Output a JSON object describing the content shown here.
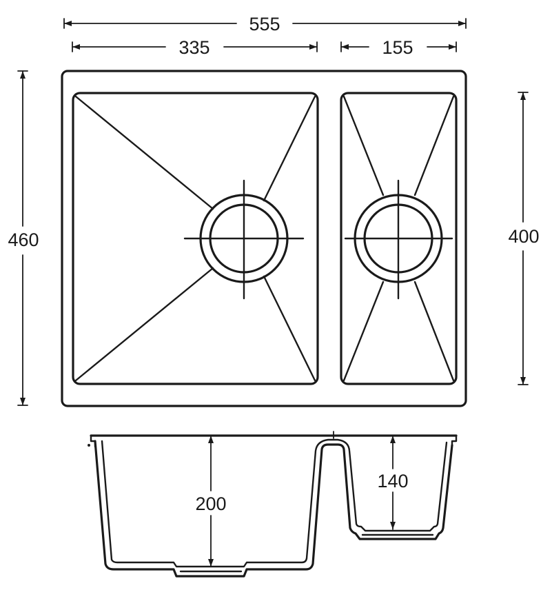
{
  "dimensions": {
    "overall_width": "555",
    "large_bowl_width": "335",
    "small_bowl_width": "155",
    "overall_depth": "460",
    "small_bowl_depth": "400",
    "large_bowl_height": "200",
    "small_bowl_height": "140"
  },
  "colors": {
    "line": "#1a1a1a",
    "background": "#ffffff"
  }
}
